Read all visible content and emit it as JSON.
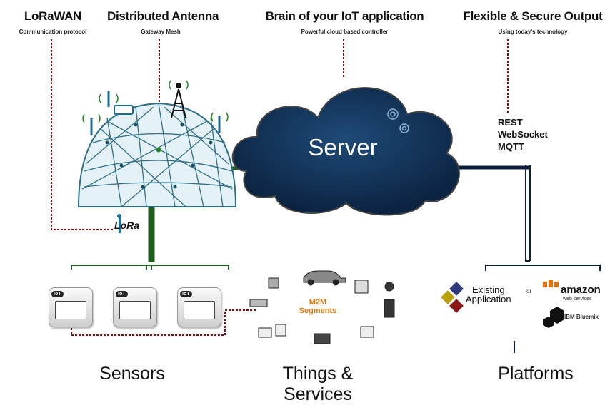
{
  "headers": {
    "lorawan": {
      "title": "LoRaWAN",
      "subtitle": "Communication protocol"
    },
    "antenna": {
      "title": "Distributed Antenna",
      "subtitle": "Gateway Mesh"
    },
    "brain": {
      "title": "Brain of your IoT application",
      "subtitle": "Powerful cloud based controller"
    },
    "output": {
      "title": "Flexible & Secure Output",
      "subtitle": "Using today's technology"
    }
  },
  "server": {
    "label": "Server"
  },
  "protocols": [
    "REST",
    "WebSocket",
    "MQTT"
  ],
  "lora_logo": "LoRa",
  "sensors": {
    "label": "Sensors",
    "device_tag": "IoT"
  },
  "things": {
    "label_line1": "Things &",
    "label_line2": "Services",
    "m2m_line1": "M2M",
    "m2m_line2": "Segments"
  },
  "platforms": {
    "label": "Platforms",
    "existing_line1": "Existing",
    "existing_line2": "Application",
    "or": "or",
    "amazon": "amazon",
    "aws_sub": "web services",
    "bluemix": "IBM Bluemix"
  },
  "colors": {
    "cloud": "#0d2a4a",
    "green_link": "#1f5a1f",
    "dark_link": "#0b1e38",
    "dashed": "#7a1010"
  }
}
